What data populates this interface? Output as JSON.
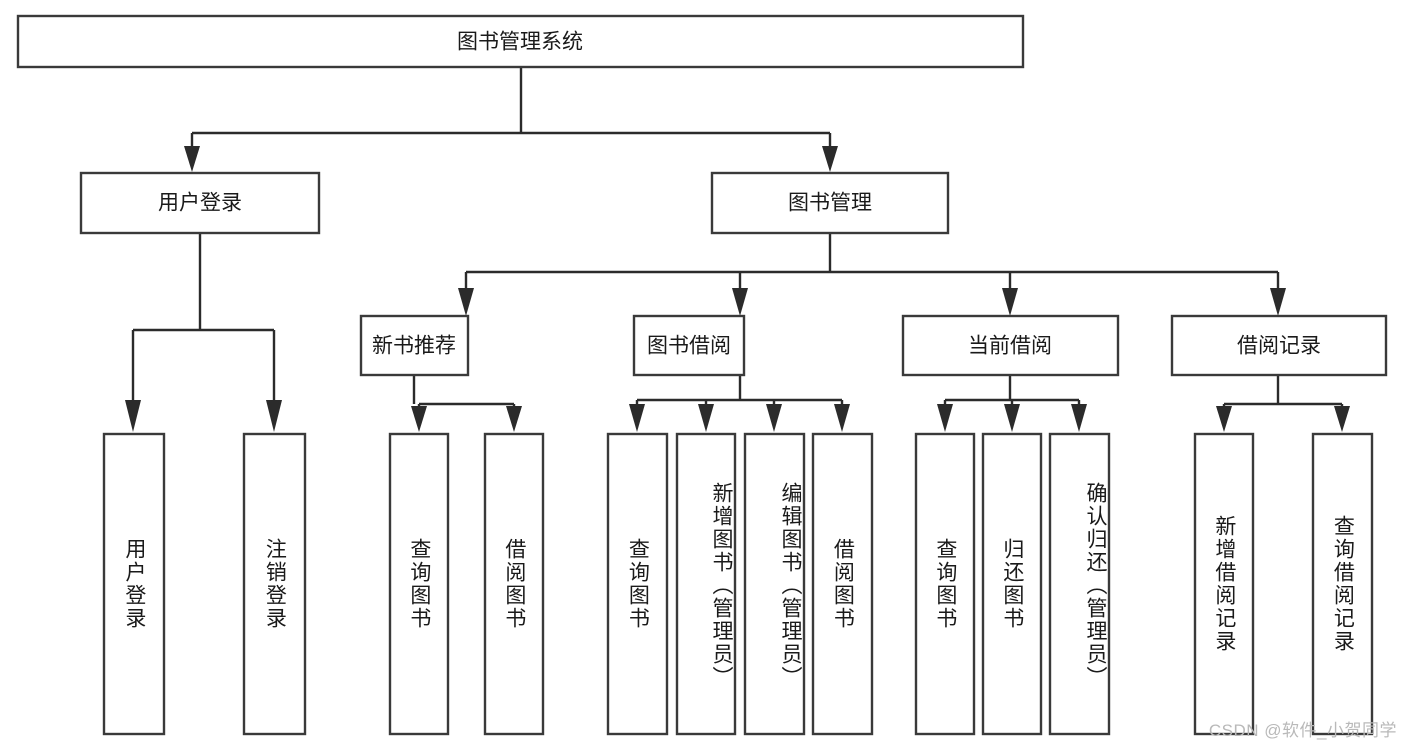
{
  "diagram": {
    "type": "tree-hierarchy",
    "title": "图书管理系统",
    "watermark": "CSDN @软件_小贺同学",
    "root": {
      "id": "root",
      "label": "图书管理系统"
    },
    "level1": [
      {
        "id": "user-login",
        "label": "用户登录"
      },
      {
        "id": "book-manage",
        "label": "图书管理"
      }
    ],
    "level2": [
      {
        "id": "new-book-recommend",
        "label": "新书推荐",
        "parent": "book-manage"
      },
      {
        "id": "book-borrow",
        "label": "图书借阅",
        "parent": "book-manage"
      },
      {
        "id": "current-borrow",
        "label": "当前借阅",
        "parent": "book-manage"
      },
      {
        "id": "borrow-record",
        "label": "借阅记录",
        "parent": "book-manage"
      }
    ],
    "leaves": [
      {
        "id": "leaf-user-login",
        "label": "用户登录",
        "parent": "user-login"
      },
      {
        "id": "leaf-user-logout",
        "label": "注销登录",
        "parent": "user-login"
      },
      {
        "id": "leaf-query-book-1",
        "label": "查询图书",
        "parent": "new-book-recommend"
      },
      {
        "id": "leaf-borrow-book-1",
        "label": "借阅图书",
        "parent": "new-book-recommend"
      },
      {
        "id": "leaf-query-book-2",
        "label": "查询图书",
        "parent": "book-borrow"
      },
      {
        "id": "leaf-add-book",
        "label": "新增图书（管理员）",
        "parent": "book-borrow"
      },
      {
        "id": "leaf-edit-book",
        "label": "编辑图书（管理员）",
        "parent": "book-borrow"
      },
      {
        "id": "leaf-borrow-book-2",
        "label": "借阅图书",
        "parent": "book-borrow"
      },
      {
        "id": "leaf-query-book-3",
        "label": "查询图书",
        "parent": "current-borrow"
      },
      {
        "id": "leaf-return-book",
        "label": "归还图书",
        "parent": "current-borrow"
      },
      {
        "id": "leaf-confirm-return",
        "label": "确认归还（管理员）",
        "parent": "current-borrow"
      },
      {
        "id": "leaf-add-record",
        "label": "新增借阅记录",
        "parent": "borrow-record"
      },
      {
        "id": "leaf-query-record",
        "label": "查询借阅记录",
        "parent": "borrow-record"
      }
    ],
    "colors": {
      "box_fill": "#ffffff",
      "box_stroke": "#3a3a3a",
      "connector": "#2b2b2b",
      "text": "#1a1a1a",
      "watermark": "#b9b9b9"
    }
  }
}
